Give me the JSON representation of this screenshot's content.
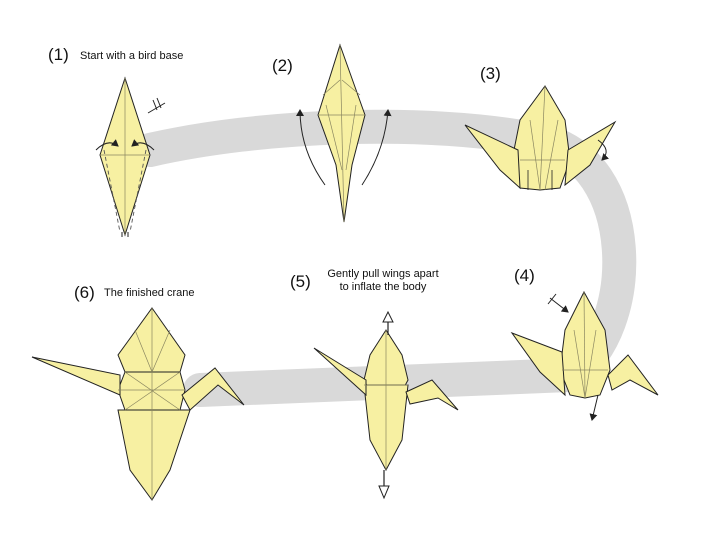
{
  "steps": [
    {
      "number": "(1)",
      "caption": "Start with a bird base"
    },
    {
      "number": "(2)",
      "caption": ""
    },
    {
      "number": "(3)",
      "caption": ""
    },
    {
      "number": "(4)",
      "caption": ""
    },
    {
      "number": "(5)",
      "caption_line1": "Gently pull wings apart",
      "caption_line2": "to inflate the body"
    },
    {
      "number": "(6)",
      "caption": "The finished crane"
    }
  ],
  "colors": {
    "paper": "#f7f0a2",
    "outline": "#222222",
    "crease": "#8a8660",
    "path": "#d9d9d9"
  }
}
